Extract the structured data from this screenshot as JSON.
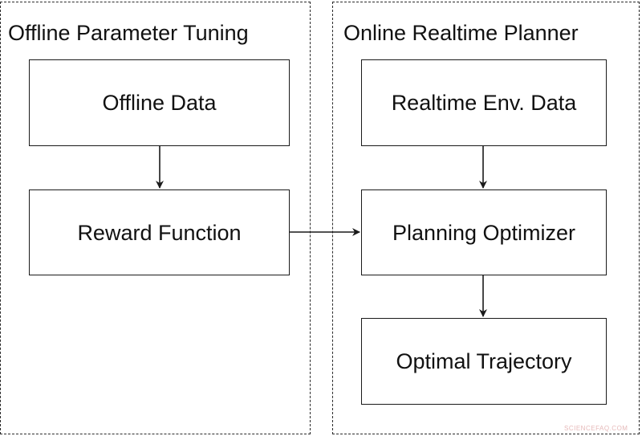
{
  "panels": {
    "left_title": "Offline Parameter Tuning",
    "right_title": "Online Realtime Planner"
  },
  "nodes": {
    "offline_data": "Offline Data",
    "reward_function": "Reward Function",
    "realtime_env_data": "Realtime Env. Data",
    "planning_optimizer": "Planning Optimizer",
    "optimal_trajectory": "Optimal Trajectory"
  },
  "edges": [
    {
      "from": "Offline Data",
      "to": "Reward Function"
    },
    {
      "from": "Reward Function",
      "to": "Planning Optimizer"
    },
    {
      "from": "Realtime Env. Data",
      "to": "Planning Optimizer"
    },
    {
      "from": "Planning Optimizer",
      "to": "Optimal Trajectory"
    }
  ],
  "watermark": "SCIENCEFAQ.COM",
  "colors": {
    "stroke": "#1a1a1a",
    "background": "#ffffff",
    "watermark": "#e6b9b9"
  }
}
